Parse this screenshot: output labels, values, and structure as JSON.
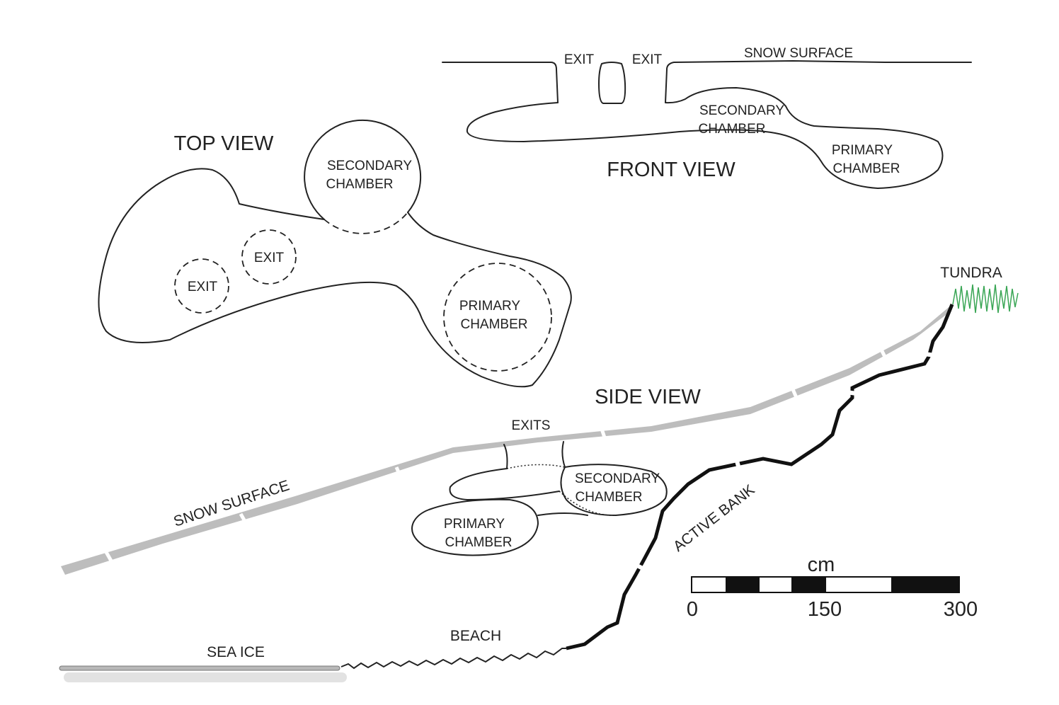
{
  "top_view": {
    "title": "TOP VIEW",
    "secondary": [
      "SECONDARY",
      "CHAMBER"
    ],
    "primary": [
      "PRIMARY",
      "CHAMBER"
    ],
    "exit1": "EXIT",
    "exit2": "EXIT"
  },
  "front_view": {
    "title": "FRONT VIEW",
    "exit_left": "EXIT",
    "exit_right": "EXIT",
    "snow_surface": "SNOW SURFACE",
    "secondary": [
      "SECONDARY",
      "CHAMBER"
    ],
    "primary": [
      "PRIMARY",
      "CHAMBER"
    ]
  },
  "side_view": {
    "title": "SIDE VIEW",
    "exits": "EXITS",
    "secondary": [
      "SECONDARY",
      "CHAMBER"
    ],
    "primary": [
      "PRIMARY",
      "CHAMBER"
    ],
    "snow_surface": "SNOW SURFACE",
    "active_bank": "ACTIVE BANK",
    "tundra": "TUNDRA",
    "beach": "BEACH",
    "sea_ice": "SEA ICE"
  },
  "scale": {
    "unit": "cm",
    "ticks": [
      "0",
      "150",
      "300"
    ],
    "segments": [
      "white",
      "black",
      "white",
      "black",
      "white",
      "black"
    ]
  },
  "colors": {
    "ink": "#222222",
    "snow": "#bdbdbd",
    "tundra": "#3aa655",
    "sea_ice": "#b8b8b8"
  }
}
